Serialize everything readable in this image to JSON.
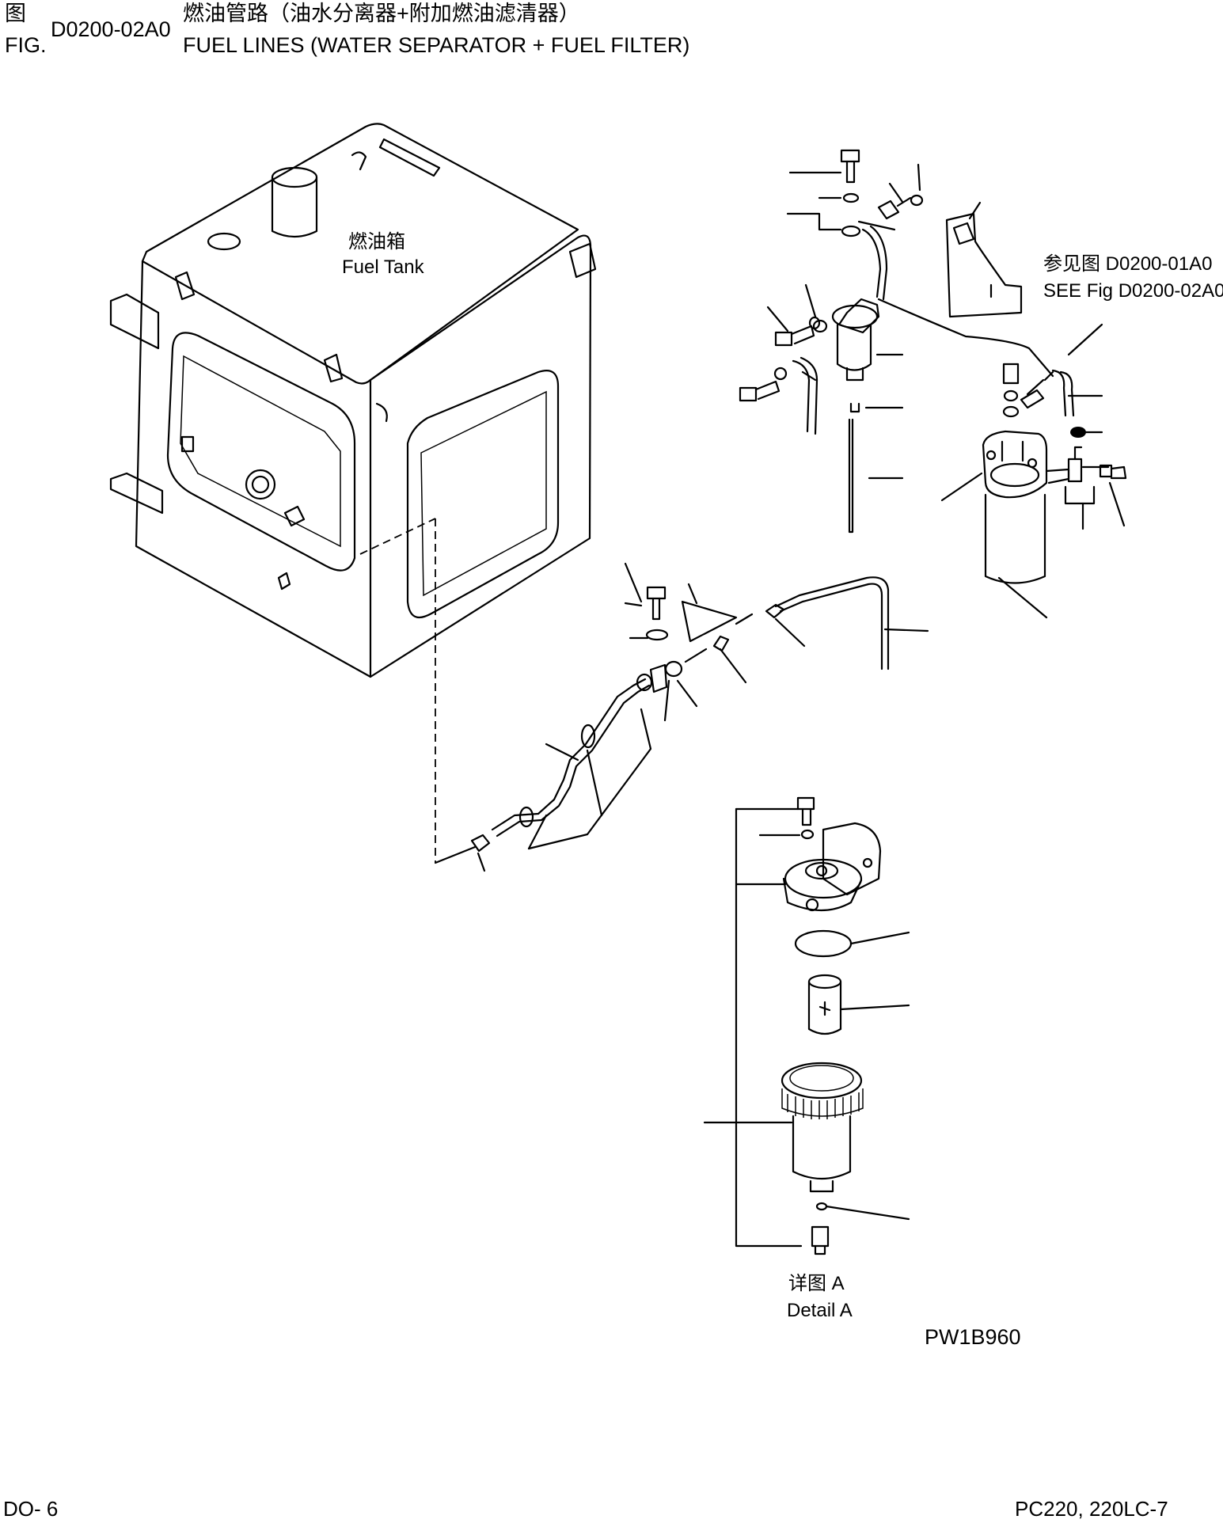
{
  "header": {
    "fig_cn": "图",
    "fig_en": "FIG.",
    "fig_number": "D0200-02A0",
    "title_cn": "燃油管路（油水分离器+附加燃油滤清器）",
    "title_en": "FUEL LINES (WATER SEPARATOR + FUEL FILTER)"
  },
  "labels": {
    "fuel_tank_cn": "燃油箱",
    "fuel_tank_en": "Fuel Tank",
    "ref_cn": "参见图 D0200-01A0",
    "ref_en": "SEE Fig D0200-02A0",
    "detail_cn": "详图 A",
    "detail_en": "Detail A",
    "drawing_code": "PW1B960"
  },
  "footer": {
    "page": "DO- 6",
    "model": "PC220, 220LC-7"
  }
}
